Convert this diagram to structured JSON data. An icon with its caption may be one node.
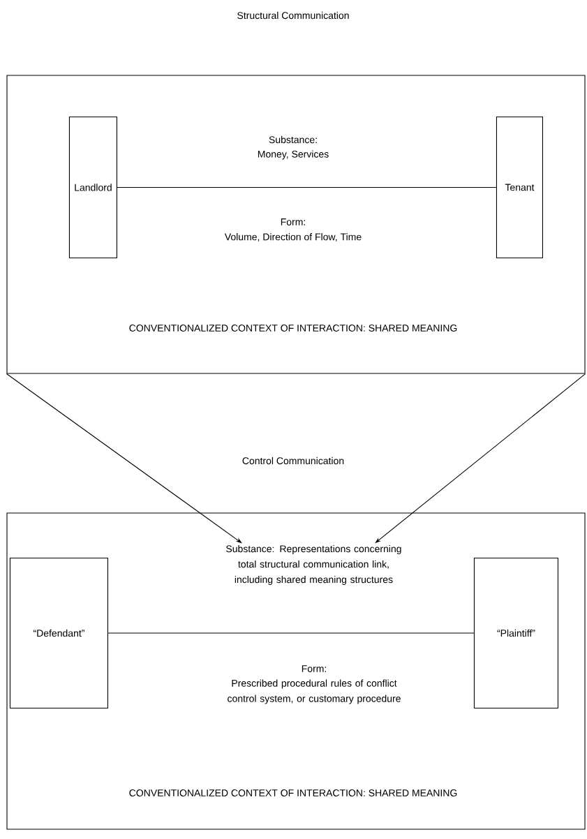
{
  "diagram": {
    "title": "Structural Communication",
    "nodes": [
      {
        "text": [
          "CONVENTIONALIZED CONTEXT OF INTERACTION: SHARED MEANING"
        ]
      },
      {
        "text": [
          "Landlord"
        ],
        "in": 0
      },
      {
        "text": [
          "Tenant"
        ],
        "in": 0
      },
      {
        "text": [
          "CONVENTIONALIZED CONTEXT OF INTERACTION: SHARED MEANING"
        ]
      },
      {
        "text": [
          "“Defendant”"
        ],
        "in": 3
      },
      {
        "text": [
          "“Plaintiff”"
        ],
        "in": 3
      },
      {
        "text": [
          "Substance: Representations concerning total structural communication link, including shared meaning structures"
        ],
        "in": 3
      }
    ],
    "edges": [
      {
        "from": 1,
        "to": 2,
        "arrow": "none"
      },
      {
        "from": 4,
        "to": 5,
        "arrow": "none"
      },
      {
        "from": 0,
        "to": 6,
        "arrow": "to"
      },
      {
        "from": 0,
        "to": 6,
        "arrow": "to"
      }
    ],
    "labels": [
      "Substance:",
      "Money, Services",
      "Form:",
      "Volume, Direction of Flow, Time",
      "Control Communication",
      "Form:",
      "Prescribed procedural rules of conflict control system, or customary procedure"
    ]
  }
}
